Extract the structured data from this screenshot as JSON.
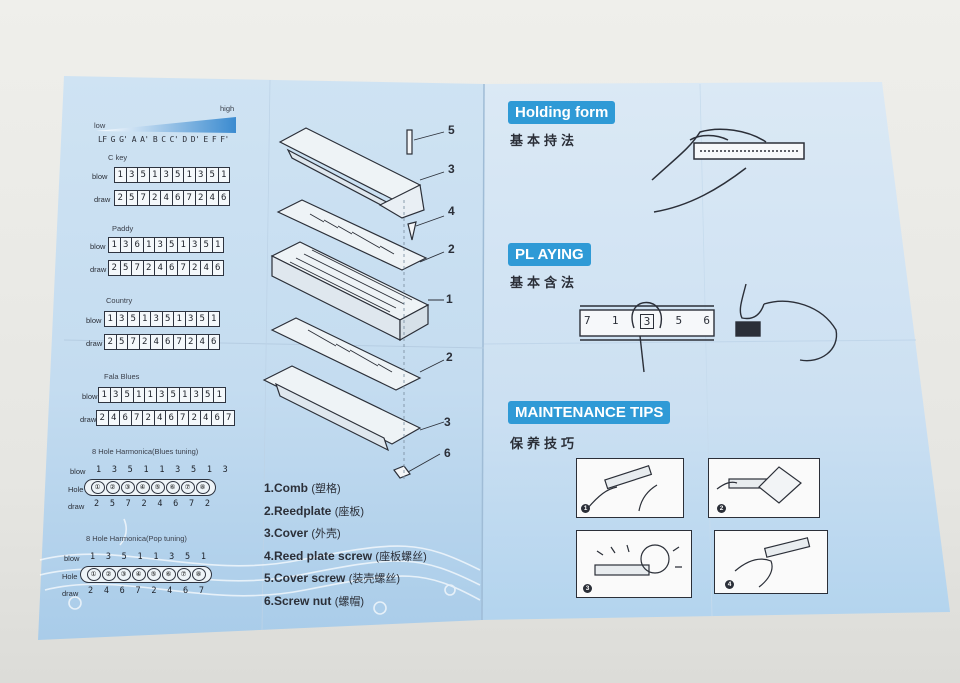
{
  "scale": {
    "low": "low",
    "high": "high",
    "notes": "LF G G' A A' B C C' D D' E F F'"
  },
  "left": {
    "c_key": {
      "title": "C key",
      "blow": [
        "1",
        "3",
        "5",
        "1",
        "3",
        "5",
        "1",
        "3",
        "5",
        "1"
      ],
      "draw": [
        "2",
        "5",
        "7",
        "2",
        "4",
        "6",
        "7",
        "2",
        "4",
        "6"
      ]
    },
    "paddy": {
      "title": "Paddy",
      "blow": [
        "1",
        "3",
        "6",
        "1",
        "3",
        "5",
        "1",
        "3",
        "5",
        "1"
      ],
      "draw": [
        "2",
        "5",
        "7",
        "2",
        "4",
        "6",
        "7",
        "2",
        "4",
        "6"
      ]
    },
    "country": {
      "title": "Country",
      "blow": [
        "1",
        "3",
        "5",
        "1",
        "3",
        "5",
        "1",
        "3",
        "5",
        "1"
      ],
      "draw": [
        "2",
        "5",
        "7",
        "2",
        "4",
        "6",
        "7",
        "2",
        "4",
        "6"
      ]
    },
    "fala": {
      "title": "Fala Blues",
      "blow": [
        "1",
        "3",
        "5",
        "1",
        "1",
        "3",
        "5",
        "1",
        "3",
        "5",
        "1"
      ],
      "draw": [
        "2",
        "4",
        "6",
        "7",
        "2",
        "4",
        "6",
        "7",
        "2",
        "4",
        "6",
        "7"
      ]
    },
    "blues8": {
      "title": "8 Hole Harmonica(Blues tuning)",
      "blow": "1 3 5 1 1 3 5 1 3",
      "holes": [
        "①",
        "②",
        "③",
        "④",
        "⑤",
        "⑥",
        "⑦",
        "⑧"
      ],
      "draw": "2 5 7 2 4 6 7 2"
    },
    "pop8": {
      "title": "8 Hole Harmonica(Pop tuning)",
      "blow": "1 3 5 1 1 3 5 1",
      "holes": [
        "①",
        "②",
        "③",
        "④",
        "⑤",
        "⑥",
        "⑦",
        "⑧"
      ],
      "draw": "2 4 6 7 2 4 6 7"
    },
    "row_blow": "blow",
    "row_draw": "draw",
    "row_hole": "Hole"
  },
  "parts": [
    {
      "en": "1.Comb",
      "zh": "(塑格)"
    },
    {
      "en": "2.Reedplate",
      "zh": "(座板)"
    },
    {
      "en": "3.Cover",
      "zh": "(外壳)"
    },
    {
      "en": "4.Reed plate screw",
      "zh": "(座板螺丝)"
    },
    {
      "en": "5.Cover screw",
      "zh": "(装壳螺丝)"
    },
    {
      "en": "6.Screw nut",
      "zh": "(螺帽)"
    }
  ],
  "part_numbers": {
    "n5": "5",
    "n3a": "3",
    "n4": "4",
    "n2a": "2",
    "n1": "1",
    "n2b": "2",
    "n3b": "3",
    "n6": "6"
  },
  "right": {
    "holding": {
      "title": "Holding form",
      "zh": "基本持法"
    },
    "playing": {
      "title": "PL AYING",
      "zh": "基本含法",
      "holes": [
        "7",
        "1",
        "3",
        "5",
        "6"
      ]
    },
    "maintenance": {
      "title": "MAINTENANCE TIPS",
      "zh": "保养技巧",
      "steps": [
        "1",
        "2",
        "3",
        "4"
      ]
    }
  }
}
